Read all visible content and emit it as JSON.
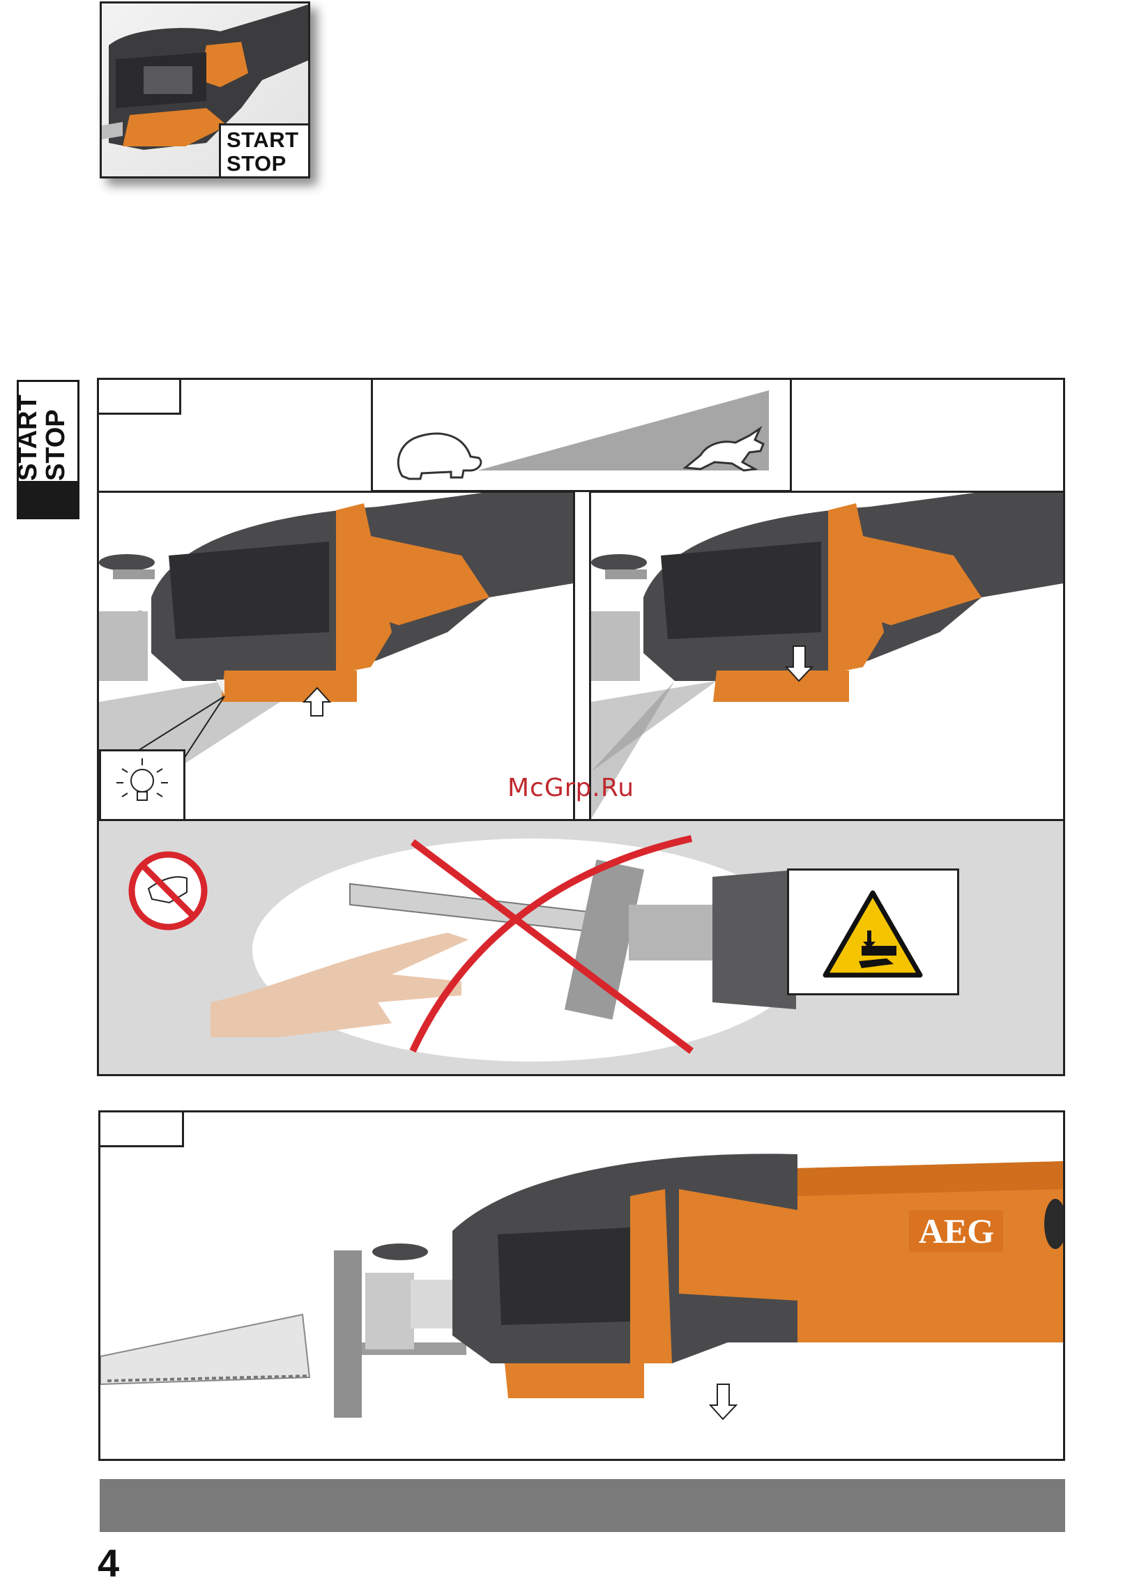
{
  "thumbnail": {
    "label_line1": "START",
    "label_line2": "STOP"
  },
  "side_tab": {
    "line1": "START",
    "line2": "STOP"
  },
  "figure1": {
    "speed_indicator": {
      "slow_icon": "turtle-icon",
      "fast_icon": "hare-icon"
    },
    "lamp_icon": "light-bulb-icon",
    "warning": {
      "prohibition_icon": "no-hands-icon",
      "hazard_icon": "hand-crush-warning-icon",
      "cross_color": "#d8262c"
    }
  },
  "figure2": {
    "brand": "AEG"
  },
  "watermark": "McGrp.Ru",
  "colors": {
    "tool_orange": "#e0802a",
    "tool_gray": "#4a4a4c",
    "panel_gray": "#d9d9d9",
    "footer_gray": "#7a7a7a"
  },
  "page_number": "4"
}
